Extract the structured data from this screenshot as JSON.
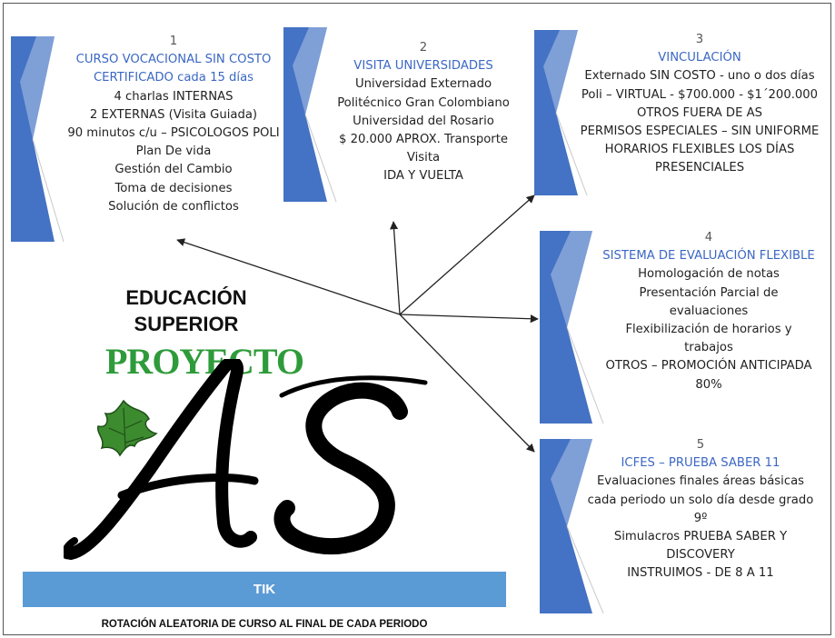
{
  "center": {
    "title_line1": "EDUCACIÓN",
    "title_line2": "SUPERIOR",
    "brand": "PROYECTO",
    "logo_letters": "AS",
    "tik_label": "TIK",
    "footer": "ROTACIÓN ALEATORIA DE CURSO AL FINAL DE CADA PERIODO"
  },
  "cards": [
    {
      "number": "1",
      "heading": [
        "CURSO VOCACIONAL SIN COSTO",
        "CERTIFICADO cada 15 días"
      ],
      "lines": [
        "4 charlas INTERNAS",
        "2 EXTERNAS (Visita Guiada)",
        "90 minutos c/u – PSICOLOGOS POLI",
        "Plan De vida",
        "Gestión del Cambio",
        "Toma de decisiones",
        "Solución de conflictos"
      ]
    },
    {
      "number": "2",
      "heading": [
        "VISITA UNIVERSIDADES"
      ],
      "lines": [
        "Universidad Externado",
        "Politécnico Gran Colombiano",
        "Universidad del Rosario",
        "$ 20.000 APROX. Transporte",
        "Visita",
        "IDA Y VUELTA"
      ]
    },
    {
      "number": "3",
      "heading": [
        "VINCULACIÓN"
      ],
      "lines": [
        "Externado SIN COSTO - uno o dos días",
        "Poli – VIRTUAL - $700.000 - $1´200.000",
        "OTROS FUERA DE AS",
        "PERMISOS ESPECIALES – SIN UNIFORME",
        "HORARIOS FLEXIBLES LOS DÍAS",
        "PRESENCIALES"
      ]
    },
    {
      "number": "4",
      "heading": [
        "SISTEMA DE EVALUACIÓN FLEXIBLE"
      ],
      "lines": [
        "Homologación de notas",
        "Presentación Parcial de",
        "evaluaciones",
        "Flexibilización de horarios y",
        "trabajos",
        "OTROS – PROMOCIÓN ANTICIPADA",
        "80%"
      ]
    },
    {
      "number": "5",
      "heading": [
        "ICFES – PRUEBA SABER 11"
      ],
      "lines": [
        "Evaluaciones finales áreas básicas",
        "cada periodo un solo día desde grado",
        "9º",
        "Simulacros PRUEBA SABER Y",
        "DISCOVERY",
        "INSTRUIMOS - DE 8 A 11"
      ]
    }
  ],
  "colors": {
    "accent_blue": "#4472c4",
    "light_blue": "#8faadc",
    "bar_blue": "#5b9bd5",
    "heading_blue": "#3b67c4",
    "brand_green": "#2e9b3a"
  }
}
